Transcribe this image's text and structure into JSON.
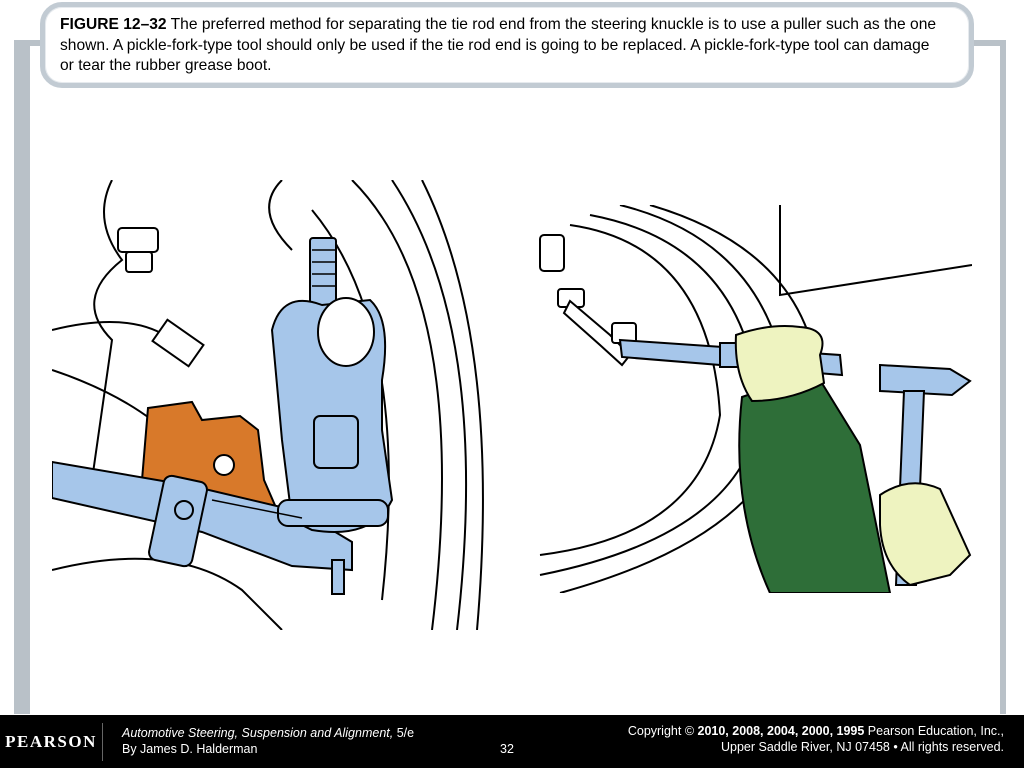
{
  "caption": {
    "label": "FIGURE 12–32",
    "text": " The preferred method for separating the tie rod end from the steering knuckle is to use a puller such as the one shown. A pickle-fork-type tool should only be used if the tie rod end is going to be replaced. A pickle-fork-type tool can damage or tear the rubber grease boot."
  },
  "footer": {
    "logo": "PEARSON",
    "book_title": "Automotive Steering, Suspension and Alignment,",
    "edition": " 5/e",
    "author": "By James D. Halderman",
    "page_number": "32",
    "copyright_prefix": "Copyright © ",
    "copyright_years": "2010, 2008, 2004, 2000, 1995",
    "copyright_publisher": " Pearson Education, Inc.,",
    "address": "Upper Saddle River, NJ 07458 • All rights reserved."
  },
  "colors": {
    "tool_blue": "#a6c6ea",
    "orange_part": "#d8792a",
    "glove": "#eef3c0",
    "sleeve": "#2e6e38",
    "frame": "#b9c1c8"
  },
  "illustrations": {
    "left": "tie-rod-puller",
    "right": "pickle-fork-hammer"
  }
}
